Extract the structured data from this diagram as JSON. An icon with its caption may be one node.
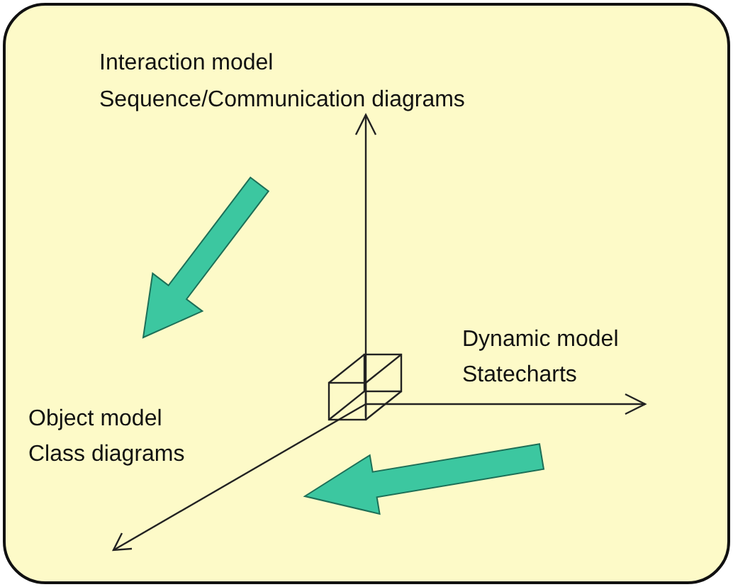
{
  "diagram": {
    "labels": [
      "Interaction model",
      "Sequence/Communication diagrams",
      "Dynamic model",
      "Statecharts",
      "Object model",
      "Class diagrams"
    ]
  }
}
